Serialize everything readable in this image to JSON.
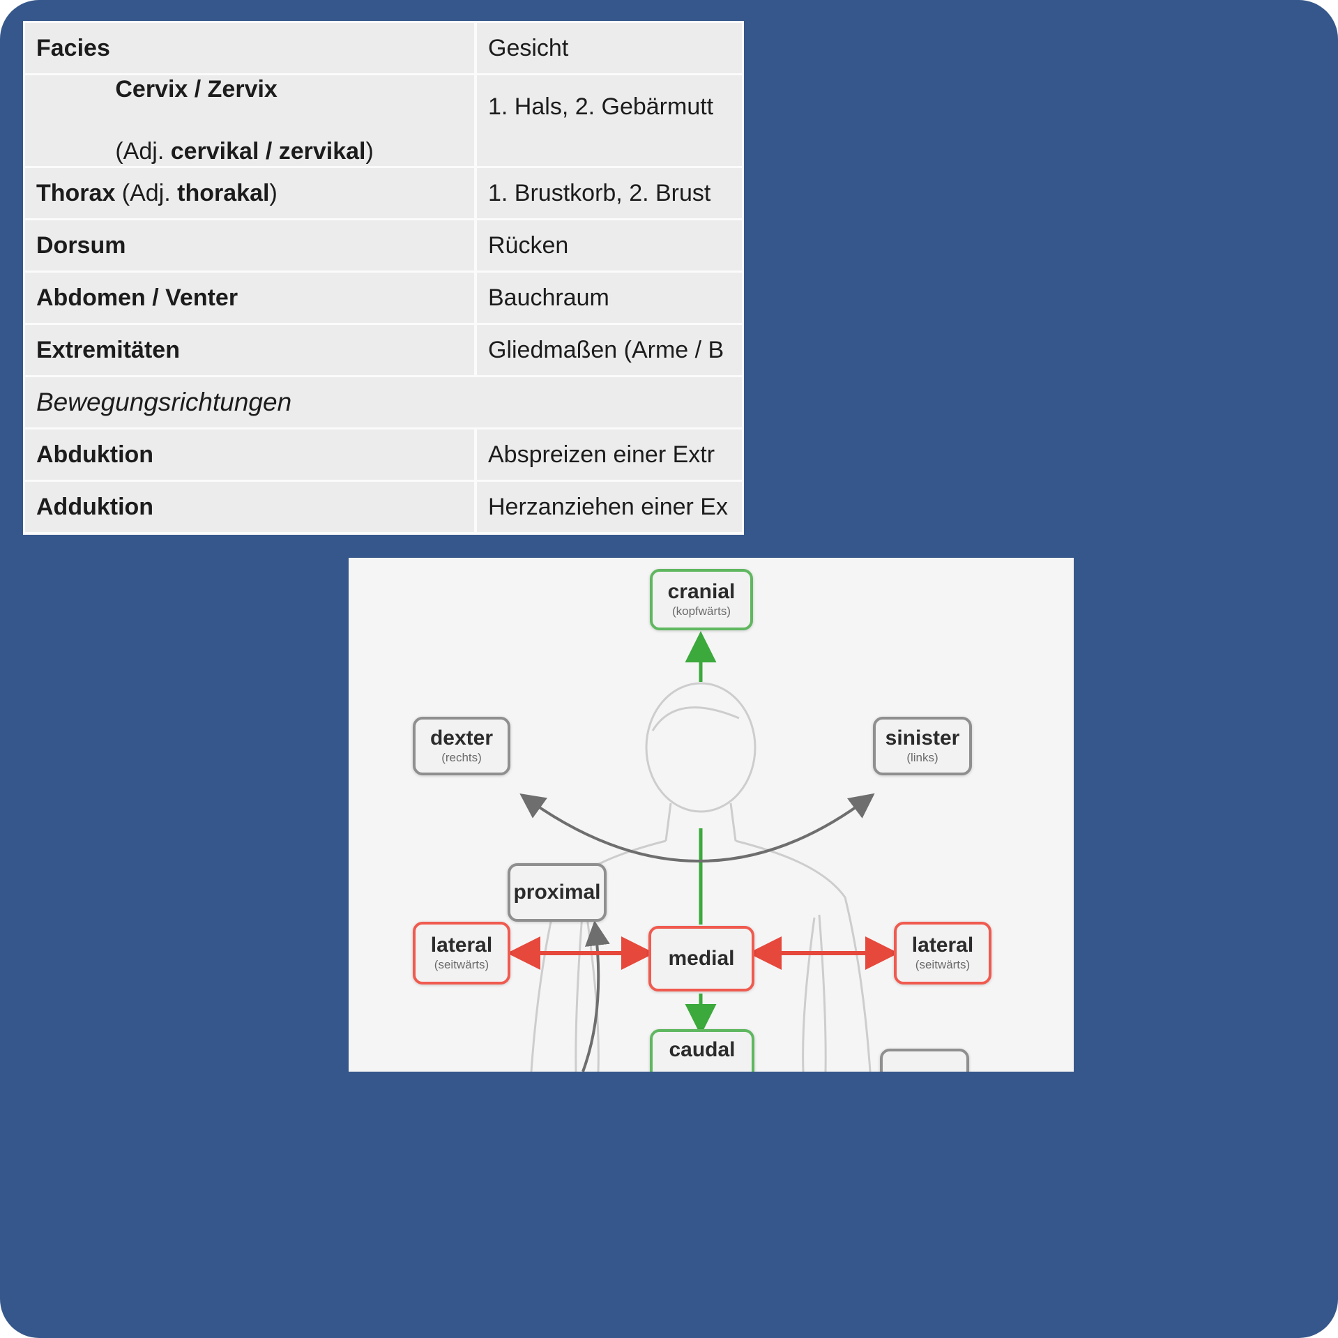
{
  "page": {
    "background_color": "#35578b",
    "description": "Anatomy vocabulary table (Latin terms with German meanings) above a body-direction diagram"
  },
  "table": {
    "rows": [
      {
        "term": "Facies",
        "def": "Gesicht"
      },
      {
        "term_line1": "Cervix / Zervix",
        "term_line2_pre": "(Adj. ",
        "term_line2_bold": "cervikal / zervikal",
        "term_line2_post": ")",
        "def": "1. Hals, 2. Gebärmutt"
      },
      {
        "term_bold1": "Thorax",
        "term_mid": " (Adj. ",
        "term_bold2": "thorakal",
        "term_post": ")",
        "def": "1. Brustkorb, 2. Brust"
      },
      {
        "term": "Dorsum",
        "def": "Rücken"
      },
      {
        "term": "Abdomen / Venter",
        "def": "Bauchraum"
      },
      {
        "term": "Extremitäten",
        "def": "Gliedmaßen (Arme / B"
      },
      {
        "section": "Bewegungsrichtungen"
      },
      {
        "term": "Abduktion",
        "def": "Abspreizen einer Extr"
      },
      {
        "term": "Adduktion",
        "def": "Herzanziehen einer Ex"
      }
    ]
  },
  "diagram": {
    "boxes": {
      "cranial": {
        "label": "cranial",
        "sub": "(kopfwärts)"
      },
      "dexter": {
        "label": "dexter",
        "sub": "(rechts)"
      },
      "sinister": {
        "label": "sinister",
        "sub": "(links)"
      },
      "proximal": {
        "label": "proximal"
      },
      "lateral_left": {
        "label": "lateral",
        "sub": "(seitwärts)"
      },
      "medial": {
        "label": "medial"
      },
      "lateral_right": {
        "label": "lateral",
        "sub": "(seitwärts)"
      },
      "caudal": {
        "label": "caudal"
      }
    },
    "colors": {
      "green": "#5fb75f",
      "red": "#f05a4f",
      "gray": "#8f8f8f",
      "arrow_green": "#3ba93b",
      "arrow_red": "#e6483c",
      "arrow_gray": "#6e6e6e"
    }
  }
}
